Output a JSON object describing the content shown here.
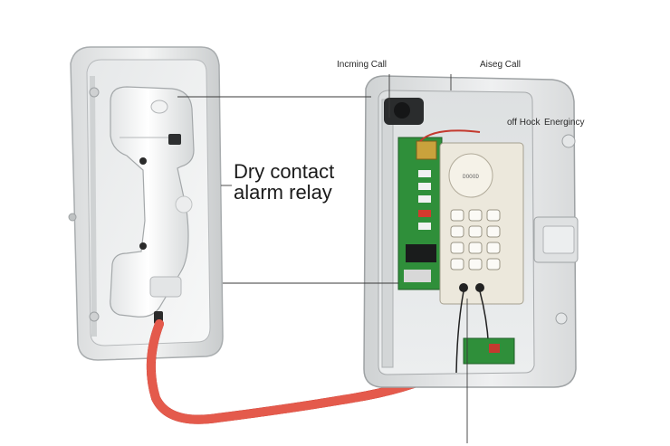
{
  "labels": {
    "incoming_call": "Incming  Call",
    "aiseg_call": "Aiseg  Call",
    "off_hook": "off Hock",
    "emergency": "Energincy",
    "title_line1": "Dry contact",
    "title_line2": "alarm relay"
  },
  "keypad": {
    "speaker_text": "DOOOD"
  }
}
